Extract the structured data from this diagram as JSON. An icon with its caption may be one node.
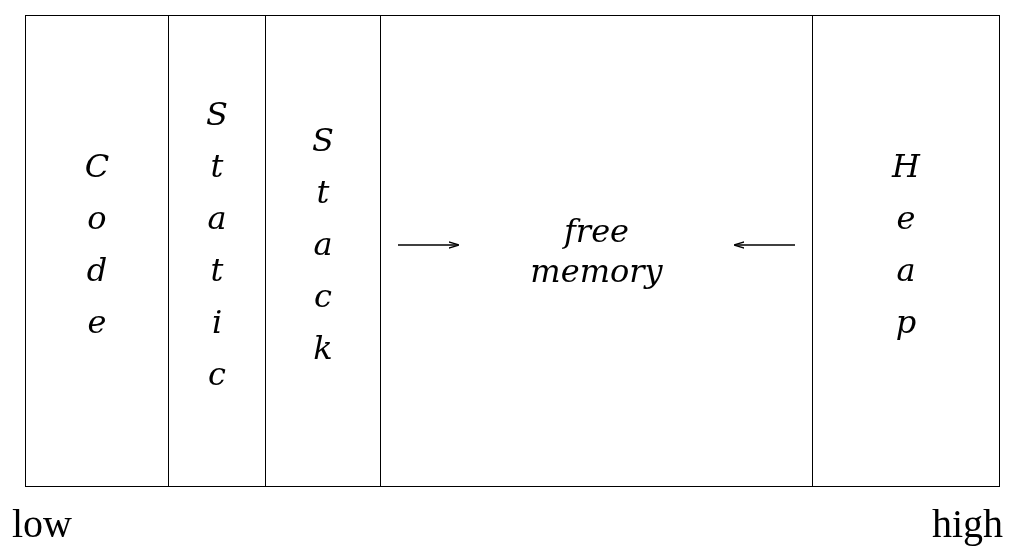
{
  "diagram": {
    "nodes": [
      {
        "text": [
          "Code"
        ]
      },
      {
        "text": [
          "Static"
        ]
      },
      {
        "text": [
          "Stack"
        ]
      },
      {
        "text": [
          "free memory"
        ]
      },
      {
        "text": [
          "Heap"
        ]
      }
    ],
    "labels": [
      "low",
      "high"
    ]
  }
}
